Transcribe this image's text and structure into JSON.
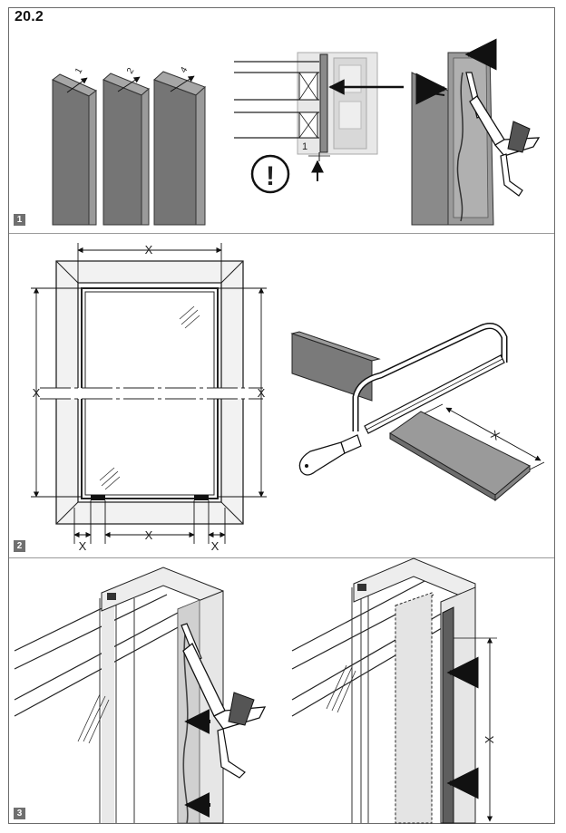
{
  "title": "20.2",
  "steps": [
    {
      "number": "1"
    },
    {
      "number": "2"
    },
    {
      "number": "3"
    }
  ],
  "step1": {
    "profile_thickness_labels": [
      "1",
      "2",
      "4"
    ],
    "gap_label": "1",
    "warning_symbol": "!"
  },
  "step2": {
    "dimension_label": "X"
  },
  "step3": {
    "dimension_label": "X"
  }
}
